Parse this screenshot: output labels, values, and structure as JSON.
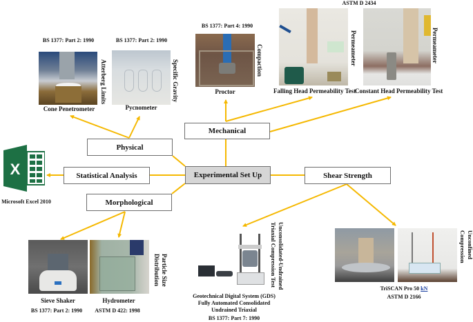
{
  "diagram": {
    "title": "Experimental Set Up",
    "accent_color": "#f5b800",
    "nodes": {
      "center": "Experimental Set Up",
      "physical": "Physical",
      "mechanical": "Mechanical",
      "statistical": "Statistical Analysis",
      "morphological": "Morphological",
      "shear": "Shear Strength"
    },
    "physical": {
      "cone": {
        "standard": "BS 1377: Part 2: 1990",
        "caption": "Cone Penetrometer",
        "test": "Atterberg Limits"
      },
      "pycnometer": {
        "standard": "BS 1377: Part 2: 1990",
        "caption": "Pycnometer",
        "test": "Specific Gravity"
      }
    },
    "mechanical": {
      "proctor": {
        "standard": "BS 1377: Part 4: 1990",
        "caption": "Proctor",
        "test": "Compaction"
      },
      "permeability_standard": "ASTM D 2434",
      "falling": {
        "caption": "Falling Head Permeability Test",
        "test": "Permeameter"
      },
      "constant": {
        "caption": "Constant Head Permeability Test",
        "test": "Permeameter"
      }
    },
    "statistical": {
      "caption": "Microsoft Excel 2010",
      "icon": "excel-icon"
    },
    "morphological": {
      "sieve": {
        "caption": "Sieve Shaker",
        "standard": "BS 1377: Part 2: 1990"
      },
      "hydrometer": {
        "caption": "Hydrometer",
        "standard": "ASTM D 422: 1998"
      },
      "test_line1": "Particle Size",
      "test_line2": "Distribution"
    },
    "shear": {
      "gds": {
        "caption_line1": "Geotechnical Digital System (GDS)",
        "caption_line2": "Fully Automated Consolidated",
        "caption_line3": "Undrained Triaxial",
        "standard": "BS 1377: Part 7: 1990",
        "test_line1": "Unconsolidated-Undrained",
        "test_line2": "Triaxial Compression Test"
      },
      "triscan": {
        "caption_prefix": "TriSCAN Pro 50 ",
        "caption_unit": "kN",
        "standard": "ASTM D 2166",
        "test_line1": "Unconfined",
        "test_line2": "Compression"
      }
    }
  }
}
